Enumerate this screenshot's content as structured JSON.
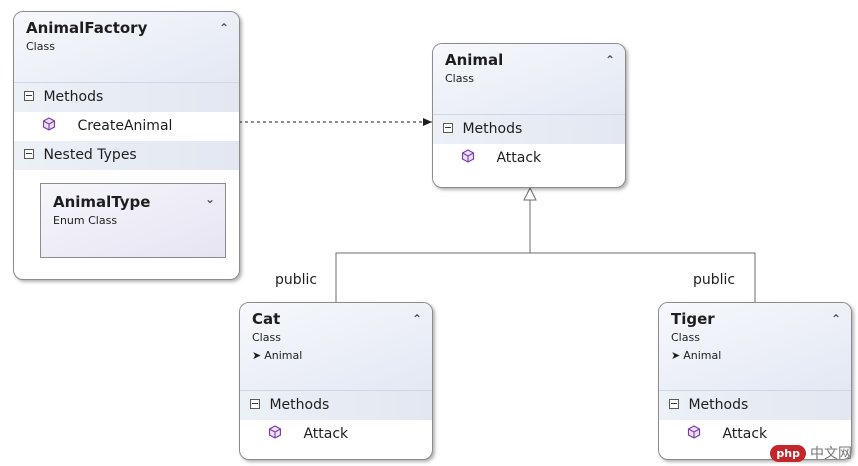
{
  "diagram": {
    "classes": {
      "animal_factory": {
        "name": "AnimalFactory",
        "kind": "Class",
        "sections": {
          "methods": {
            "title": "Methods",
            "members": [
              "CreateAnimal"
            ]
          },
          "nested_types": {
            "title": "Nested Types"
          }
        },
        "nested": {
          "name": "AnimalType",
          "kind": "Enum Class"
        }
      },
      "animal": {
        "name": "Animal",
        "kind": "Class",
        "sections": {
          "methods": {
            "title": "Methods",
            "members": [
              "Attack"
            ]
          }
        }
      },
      "cat": {
        "name": "Cat",
        "kind": "Class",
        "base": "Animal",
        "sections": {
          "methods": {
            "title": "Methods",
            "members": [
              "Attack"
            ]
          }
        }
      },
      "tiger": {
        "name": "Tiger",
        "kind": "Class",
        "base": "Animal",
        "sections": {
          "methods": {
            "title": "Methods",
            "members": [
              "Attack"
            ]
          }
        }
      }
    },
    "inheritance_labels": {
      "cat": "public",
      "tiger": "public"
    },
    "icons": {
      "collapse": "double-chevron-up-icon",
      "expand": "double-chevron-down-icon",
      "member": "method-cube-icon",
      "section_toggle": "minus-box-icon",
      "base_arrow": "inherit-arrow-icon"
    },
    "colors": {
      "header_gradient_start": "#f6f8fc",
      "header_gradient_end": "#e3e8f4",
      "method_icon": "#7b3fa8",
      "watermark_badge": "#c3272b"
    }
  },
  "watermark": {
    "badge": "php",
    "text": "中文网"
  }
}
